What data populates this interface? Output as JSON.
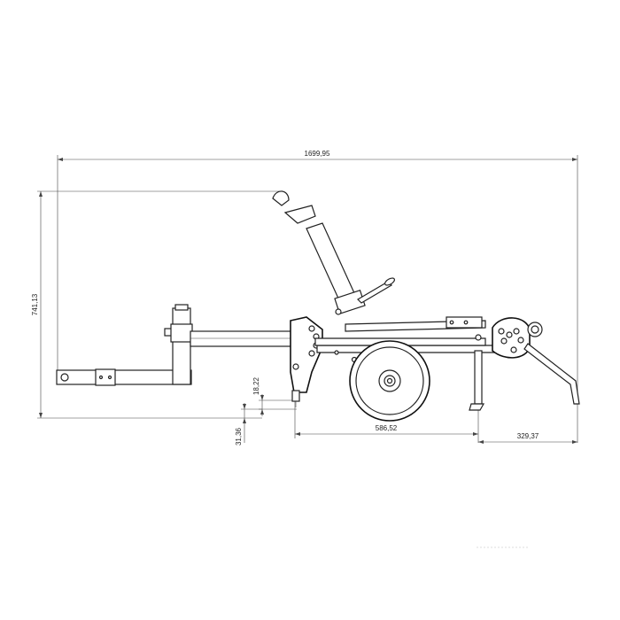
{
  "drawing": {
    "dimensions": {
      "overall_length": "1699,95",
      "overall_height": "741,13",
      "wheel_span": "586,52",
      "rear_overhang": "329,37",
      "stand_height_a": "18,22",
      "stand_height_b": "31,36"
    }
  }
}
